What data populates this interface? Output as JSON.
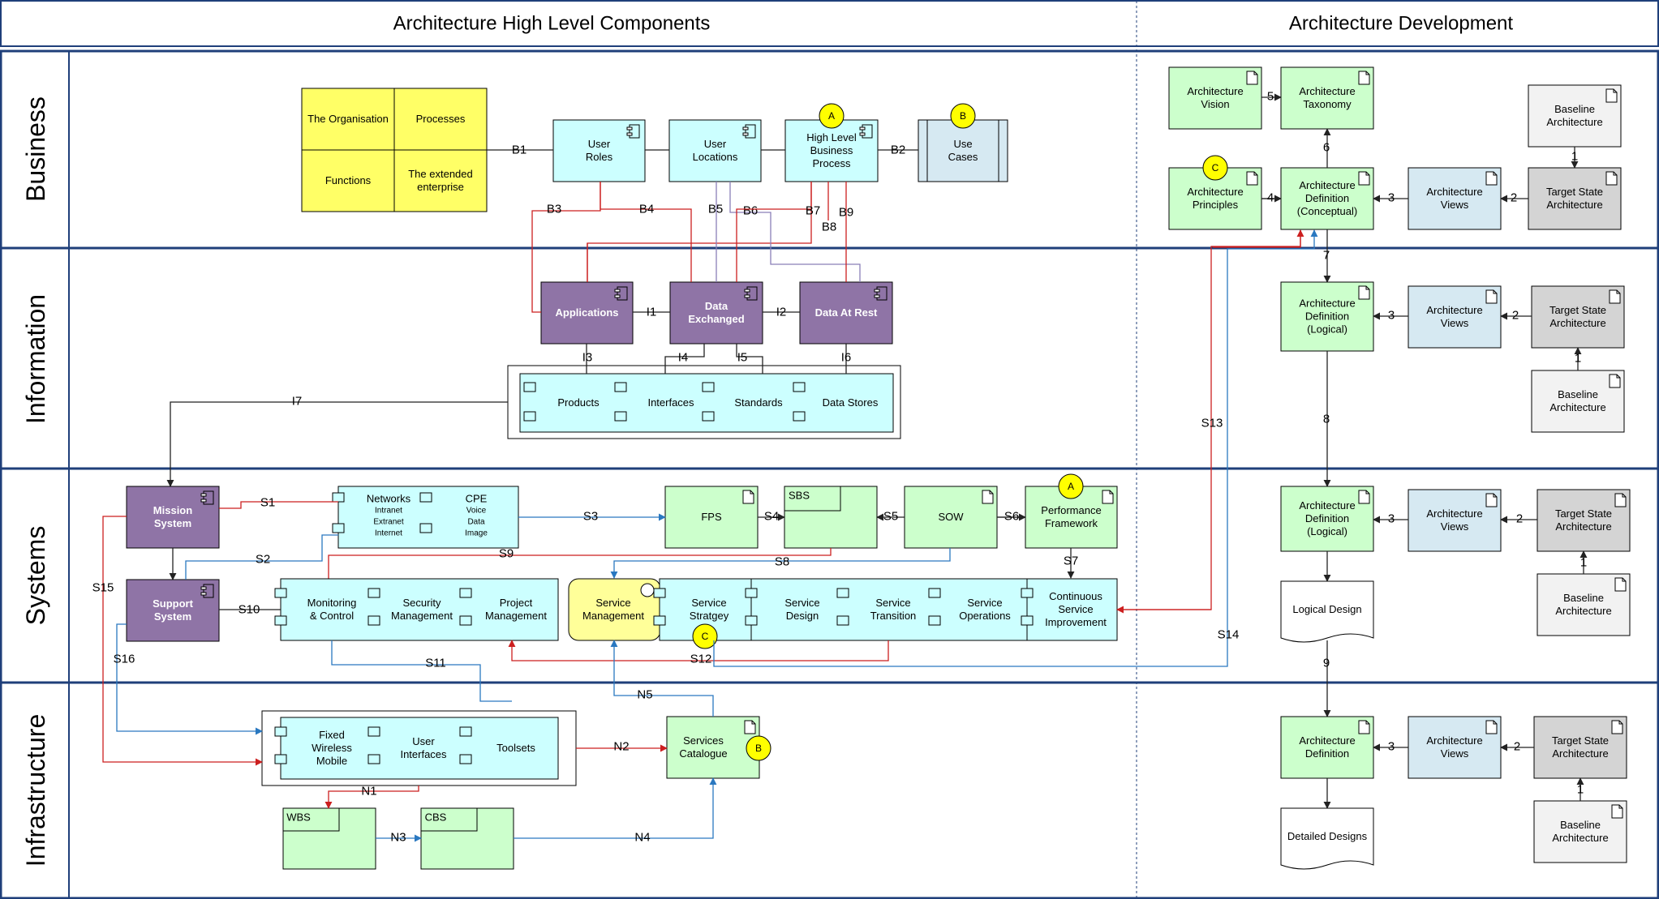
{
  "headers": {
    "components": "Architecture High Level Components",
    "development": "Architecture Development"
  },
  "lanes": {
    "business": "Business",
    "information": "Information",
    "systems": "Systems",
    "infrastructure": "Infrastructure"
  },
  "colors": {
    "border": "#1f3f7a",
    "yellow": "#ffff66",
    "cyan": "#ccffff",
    "purple": "#8f74a6",
    "green": "#ccffcc",
    "lightblue": "#d6e9f2",
    "grey": "#d4d4d4",
    "lightgrey": "#f2f2f2",
    "red": "#cc1f1f",
    "blue": "#2a78c0",
    "marker": "#ffff00"
  },
  "business": {
    "organisation": "The Organisation",
    "processes": "Processes",
    "functions": "Functions",
    "enterprise": "The extended enterprise",
    "user_roles": "User Roles",
    "user_locations": "User Locations",
    "hl_process": "High Level Business Process",
    "use_cases": "Use Cases"
  },
  "information": {
    "applications": "Applications",
    "data_exchanged": "Data Exchanged",
    "data_at_rest": "Data At Rest",
    "products": "Products",
    "interfaces": "Interfaces",
    "standards": "Standards",
    "data_stores": "Data Stores"
  },
  "systems": {
    "mission": "Mission System",
    "support": "Support System",
    "networks": "Networks",
    "networks_sub": [
      "Intranet",
      "Extranet",
      "Internet"
    ],
    "cpe": "CPE",
    "cpe_sub": [
      "Voice",
      "Data",
      "Image"
    ],
    "fps": "FPS",
    "sbs": "SBS",
    "sow": "SOW",
    "perf": "Performance Framework",
    "monitoring": "Monitoring & Control",
    "security": "Security Management",
    "project": "Project Management",
    "service_mgmt": "Service Management",
    "strategy": "Service Stratgey",
    "design": "Service Design",
    "transition": "Service Transition",
    "operations": "Service Operations",
    "csi": "Continuous Service Improvement"
  },
  "infrastructure": {
    "fwm": "Fixed Wireless Mobile",
    "user_interfaces": "User Interfaces",
    "toolsets": "Toolsets",
    "catalogue": "Services Catalogue",
    "wbs": "WBS",
    "cbs": "CBS"
  },
  "development": {
    "vision": "Architecture Vision",
    "taxonomy": "Architecture Taxonomy",
    "principles": "Architecture Principles",
    "definition_conceptual": "Architecture Definition (Conceptual)",
    "definition_logical": "Architecture Definition (Logical)",
    "definition": "Architecture Definition",
    "views": "Architecture Views",
    "target": "Target State Architecture",
    "baseline": "Baseline Architecture",
    "logical_design": "Logical Design",
    "detailed_designs": "Detailed Designs"
  },
  "markers": {
    "a": "A",
    "b": "B",
    "c": "C"
  },
  "links": {
    "B1": "B1",
    "B2": "B2",
    "B3": "B3",
    "B4": "B4",
    "B5": "B5",
    "B6": "B6",
    "B7": "B7",
    "B8": "B8",
    "B9": "B9",
    "I1": "I1",
    "I2": "I2",
    "I3": "I3",
    "I4": "I4",
    "I5": "I5",
    "I6": "I6",
    "I7": "I7",
    "S1": "S1",
    "S2": "S2",
    "S3": "S3",
    "S4": "S4",
    "S5": "S5",
    "S6": "S6",
    "S7": "S7",
    "S8": "S8",
    "S9": "S9",
    "S10": "S10",
    "S11": "S11",
    "S12": "S12",
    "S13": "S13",
    "S14": "S14",
    "S15": "S15",
    "S16": "S16",
    "N1": "N1",
    "N2": "N2",
    "N3": "N3",
    "N4": "N4",
    "N5": "N5"
  },
  "dev_links": {
    "n1": "1",
    "n2": "2",
    "n3": "3",
    "n4": "4",
    "n5": "5",
    "n6": "6",
    "n7": "7",
    "n8": "8",
    "n9": "9"
  }
}
